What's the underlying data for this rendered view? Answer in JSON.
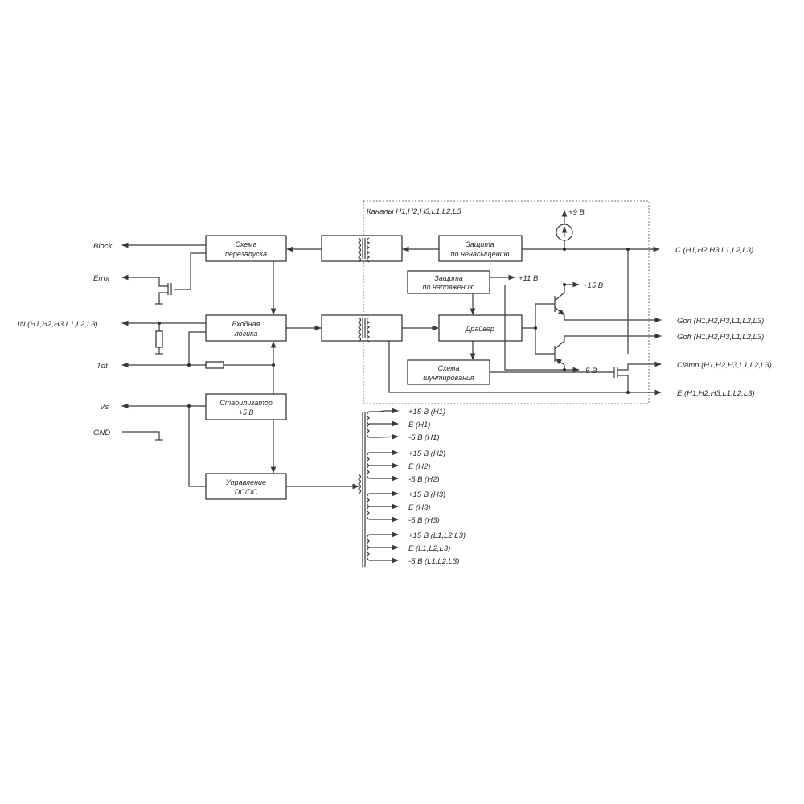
{
  "channels_title": "Каналы H1,H2,H3,L1,L2,L3",
  "blocks": {
    "restart": [
      "Схема",
      "перезапуска"
    ],
    "input_logic": [
      "Входная",
      "логика"
    ],
    "stabilizer": [
      "Стабилизатор",
      "+5 В"
    ],
    "dcdc": [
      "Управление",
      "DC/DC"
    ],
    "desat": [
      "Защита",
      "по ненасыщению"
    ],
    "overvolt": [
      "Защита",
      "по напряжению"
    ],
    "driver": "Драйвер",
    "shunt": [
      "Схема",
      "шунтирования"
    ]
  },
  "left_signals": {
    "block": "Block",
    "error": "Error",
    "in": "IN (H1,H2,H3,L1,L2,L3)",
    "tdt": "Tdt",
    "vs": "Vs",
    "gnd": "GND"
  },
  "right_signals": {
    "c": "C (H1,H2,H3,L1,L2,L3)",
    "gon": "Gon  (H1,H2,H3,L1,L2,L3)",
    "goff": "Goff  (H1,H2,H3,L1,L2,L3)",
    "clamp": "Clamp  (H1,H2,H3,L1,L2,L3)",
    "e": "E  (H1,H2,H3,L1,L2,L3)"
  },
  "supplies": {
    "p9": "+9 В",
    "p11": "+11 В",
    "p15": "+15 В",
    "m5": "-5 В"
  },
  "outputs": [
    [
      "+15 В (H1)",
      "E (H1)",
      "-5 В   (H1)"
    ],
    [
      "+15 В (H2)",
      "E (H2)",
      "-5 В   (H2)"
    ],
    [
      "+15 В (H3)",
      "E (H3)",
      "-5 В   (H3)"
    ],
    [
      "+15 В (L1,L2,L3)",
      "E (L1,L2,L3)",
      "-5 В   (L1,L2,L3)"
    ]
  ]
}
